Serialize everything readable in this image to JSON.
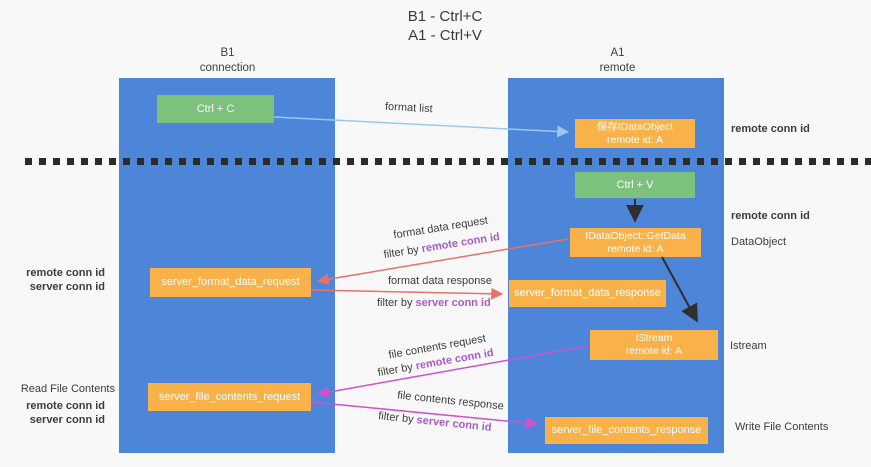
{
  "title": {
    "line1": "B1 - Ctrl+C",
    "line2": "A1 - Ctrl+V"
  },
  "columns": {
    "left": {
      "name": "B1",
      "role": "connection"
    },
    "right": {
      "name": "A1",
      "role": "remote"
    }
  },
  "boxes": {
    "ctrl_c": "Ctrl + C",
    "ctrl_v": "Ctrl + V",
    "save_idataobject": {
      "line1": "保存IDataObject",
      "line2": "remote id: A"
    },
    "getdata": {
      "line1": "IDataObject::GetData",
      "line2": "remote id: A"
    },
    "istream": {
      "line1": "IStream",
      "line2": "remote id: A"
    },
    "server_format_data_request": "server_format_data_request",
    "server_format_data_response": "server_format_data_response",
    "server_file_contents_request": "server_file_contents_request",
    "server_file_contents_response": "server_file_contents_response"
  },
  "arrow_labels": {
    "format_list": "format list",
    "format_data_request": "format data request",
    "format_data_response": "format data response",
    "file_contents_request": "file contents request",
    "file_contents_response": "file contents response",
    "filter_by": "filter by ",
    "remote_conn_id": "remote conn id",
    "server_conn_id": "server conn id"
  },
  "side_labels": {
    "right": {
      "remote_conn_id_top": "remote conn id",
      "remote_conn_id_mid": "remote conn id",
      "dataobject": "DataObject",
      "istream": "Istream",
      "write_file_contents": "Write File Contents"
    },
    "left": {
      "remote_conn_id_format": "remote conn id",
      "server_conn_id_format": "server conn id",
      "read_file_contents": "Read File Contents",
      "remote_conn_id_file": "remote conn id",
      "server_conn_id_file": "server conn id"
    }
  },
  "colors": {
    "column_blue": "#4d86d9",
    "box_orange": "#f9b24a",
    "box_green": "#7cc17c",
    "arrow_salmon": "#e8716a",
    "arrow_magenta": "#ce52cc",
    "arrow_lightblue": "#9cc7ec",
    "arrow_black": "#2f2f2f",
    "text_purple": "#ac5acb",
    "text_green": "#5fbc66",
    "background": "#f8f8f8"
  }
}
